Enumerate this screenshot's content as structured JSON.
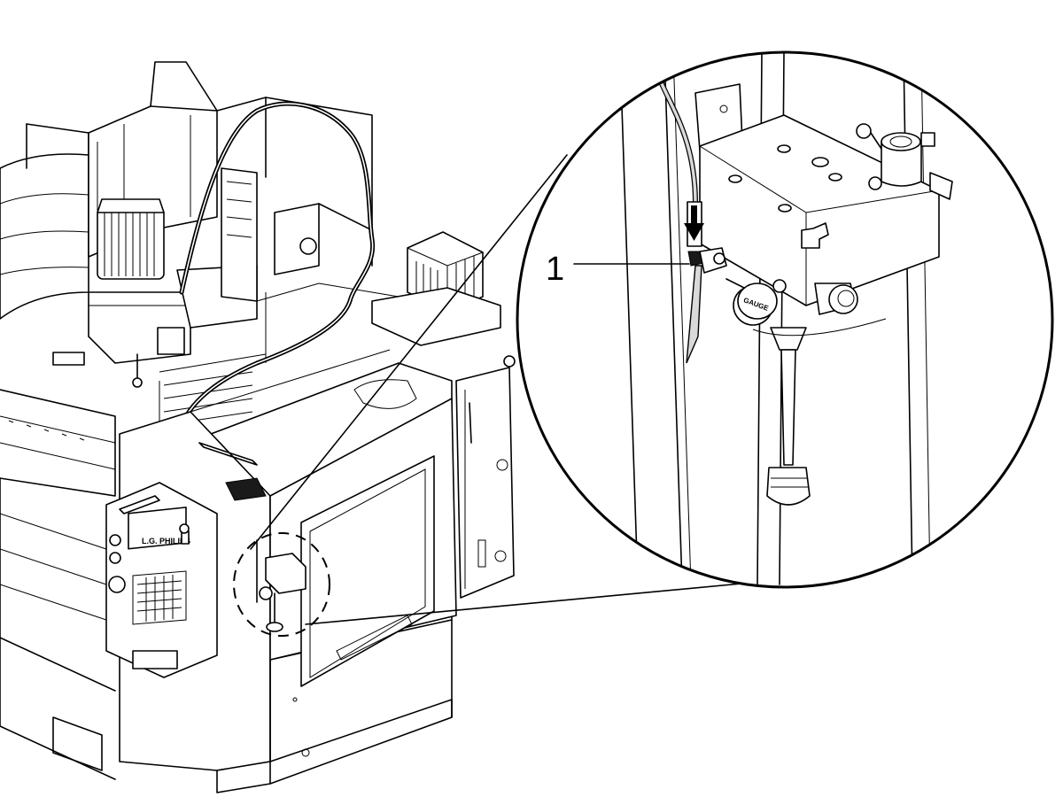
{
  "callout": {
    "number": "1"
  },
  "labels": {
    "pendant_brand": "L.G. PHILIPS",
    "regulator_gauge": "GAUGE"
  },
  "colors": {
    "line": "#000000",
    "background": "#ffffff",
    "shade": "#d9d9d9"
  },
  "icons": {
    "arrow": "down-arrow-icon"
  }
}
